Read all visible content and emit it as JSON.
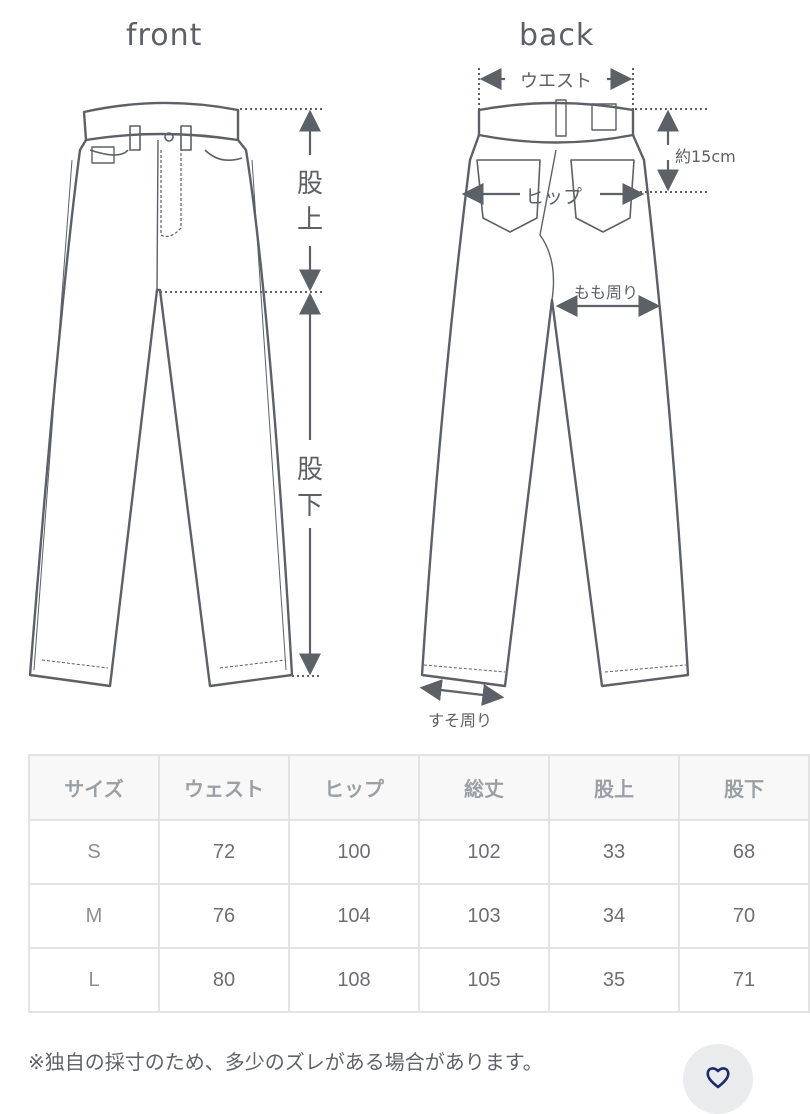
{
  "diagram": {
    "front_label": "front",
    "back_label": "back",
    "measurements": {
      "rise": [
        "股",
        "上"
      ],
      "inseam": [
        "股",
        "下"
      ],
      "waist": "ウエスト",
      "hip": "ヒップ",
      "hip_offset": "約15cm",
      "thigh": "もも周り",
      "hem": "すそ周り"
    },
    "line_color": "#5b6166"
  },
  "size_table": {
    "headers": [
      "サイズ",
      "ウェスト",
      "ヒップ",
      "総丈",
      "股上",
      "股下"
    ],
    "rows": [
      [
        "S",
        "72",
        "100",
        "102",
        "33",
        "68"
      ],
      [
        "M",
        "76",
        "104",
        "103",
        "34",
        "70"
      ],
      [
        "L",
        "80",
        "108",
        "105",
        "35",
        "71"
      ]
    ],
    "header_bg": "#f8f8f8",
    "border_color": "#e3e3e3"
  },
  "note": "※独自の採寸のため、多少のズレがある場合があります。",
  "favorite_button": {
    "icon": "heart-icon",
    "color": "#1f2a6b"
  }
}
